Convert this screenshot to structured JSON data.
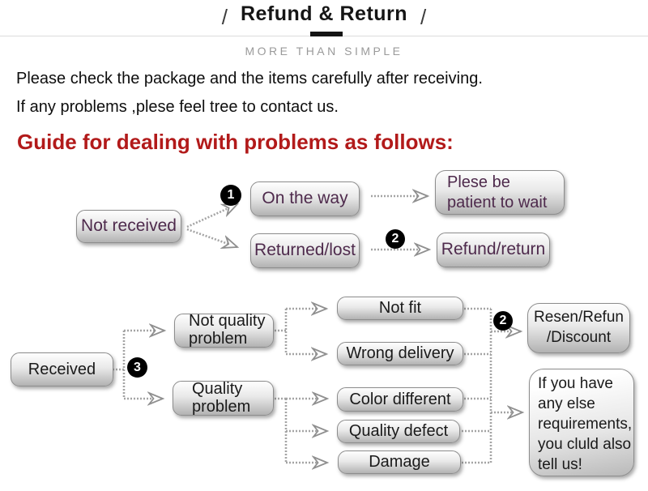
{
  "header": {
    "slash_left": "/",
    "title": "Refund & Return",
    "slash_right": "/",
    "tagline": "MORE THAN SIMPLE"
  },
  "intro": {
    "line1": "Please check the package and the items carefully after receiving.",
    "line2": "If any problems ,plese feel tree to contact us.",
    "heading": "Guide for dealing with problems as follows:"
  },
  "colors": {
    "heading_red": "#b21a1a",
    "flow1_text_purple": "#4e2a4c",
    "flow2_text_dark": "#1a1a1a",
    "badge_bg": "#000000",
    "badge_text": "#ffffff",
    "connector_gray": "#a4a4a4"
  },
  "flow1": {
    "not_received": "Not received",
    "badge1": "1",
    "on_the_way": "On the way",
    "returned_lost": "Returned/lost",
    "patient_wait": "Plese be\npatient to wait",
    "badge2": "2",
    "refund_return": "Refund/return"
  },
  "flow2": {
    "received": "Received",
    "badge3": "3",
    "not_quality_problem": "Not quality\nproblem",
    "quality_problem": "Quality\nproblem",
    "not_fit": "Not fit",
    "wrong_delivery": "Wrong delivery",
    "color_different": "Color different",
    "quality_defect": "Quality defect",
    "damage": "Damage",
    "badge2": "2",
    "resen_refun_discount": "Resen/Refun\n/Discount",
    "if_you_have": "If you have\nany else\nrequirements,\nyou cluld also\ntell us!"
  }
}
